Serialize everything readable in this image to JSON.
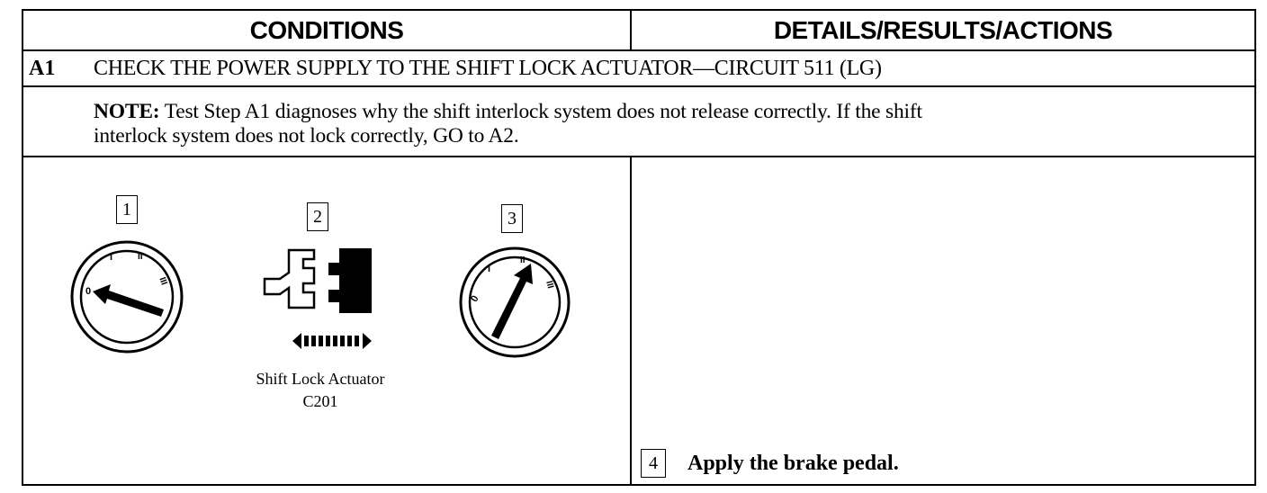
{
  "table": {
    "headers": {
      "conditions": "CONDITIONS",
      "details": "DETAILS/RESULTS/ACTIONS"
    },
    "step": {
      "id": "A1",
      "title": "CHECK THE POWER SUPPLY TO THE SHIFT LOCK ACTUATOR—CIRCUIT 511 (LG)"
    },
    "note": {
      "label": "NOTE:",
      "line1": "Test Step A1 diagnoses why the shift interlock system does not release correctly. If the shift",
      "line2": "interlock system does not lock correctly, GO to A2."
    },
    "conditions": {
      "figures": [
        {
          "number": "1",
          "icon": "ignition-switch-off-icon",
          "marks": [
            "0",
            "I",
            "II",
            "III"
          ]
        },
        {
          "number": "2",
          "icon": "connector-disconnect-icon"
        },
        {
          "number": "3",
          "icon": "ignition-switch-run-icon",
          "marks": [
            "0",
            "I",
            "II",
            "III"
          ]
        }
      ],
      "caption_line1": "Shift Lock Actuator",
      "caption_line2": "C201"
    },
    "actions": {
      "step_number": "4",
      "text": "Apply the brake pedal."
    }
  }
}
